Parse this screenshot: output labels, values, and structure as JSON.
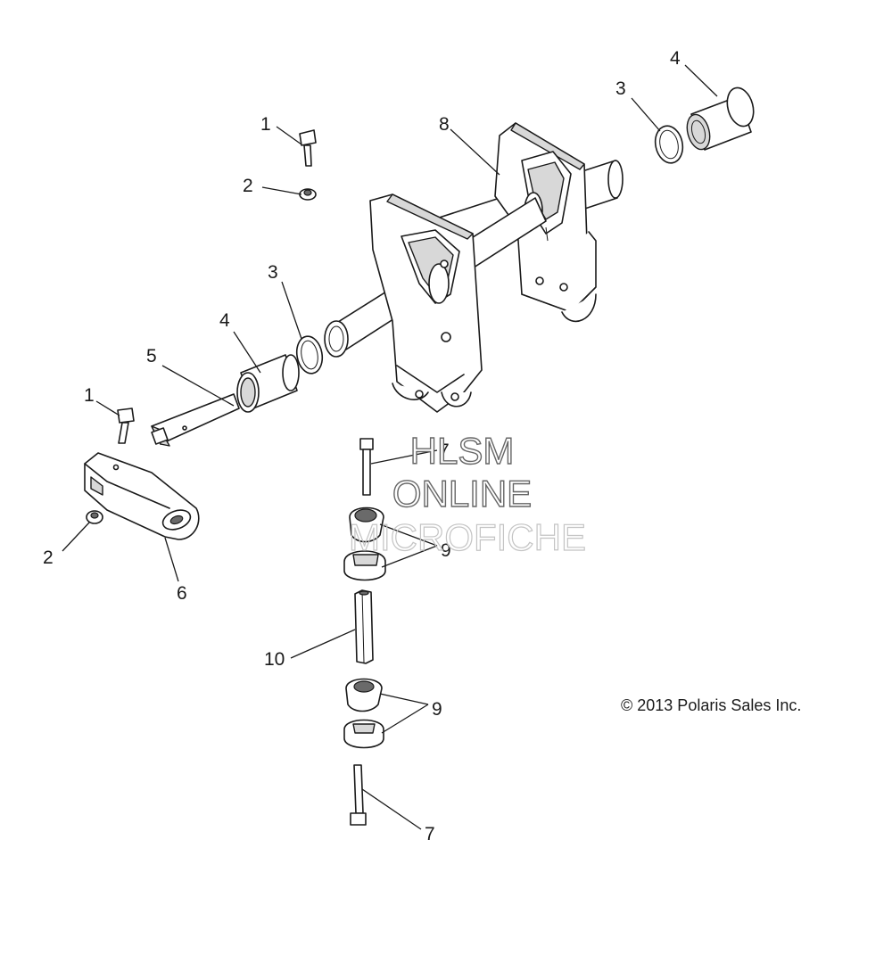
{
  "callouts": {
    "c1_top": "1",
    "c2_top": "2",
    "c3_mid": "3",
    "c4_mid": "4",
    "c5": "5",
    "c1_left": "1",
    "c2_left": "2",
    "c6": "6",
    "c8": "8",
    "c3_right": "3",
    "c4_right": "4",
    "c7_top": "7",
    "c9_top": "9",
    "c10": "10",
    "c9_bottom": "9",
    "c7_bottom": "7"
  },
  "copyright": "© 2013 Polaris Sales Inc.",
  "watermark": {
    "line1": "HLSM",
    "line2": "ONLINE",
    "line3": "MICROFICHE"
  }
}
